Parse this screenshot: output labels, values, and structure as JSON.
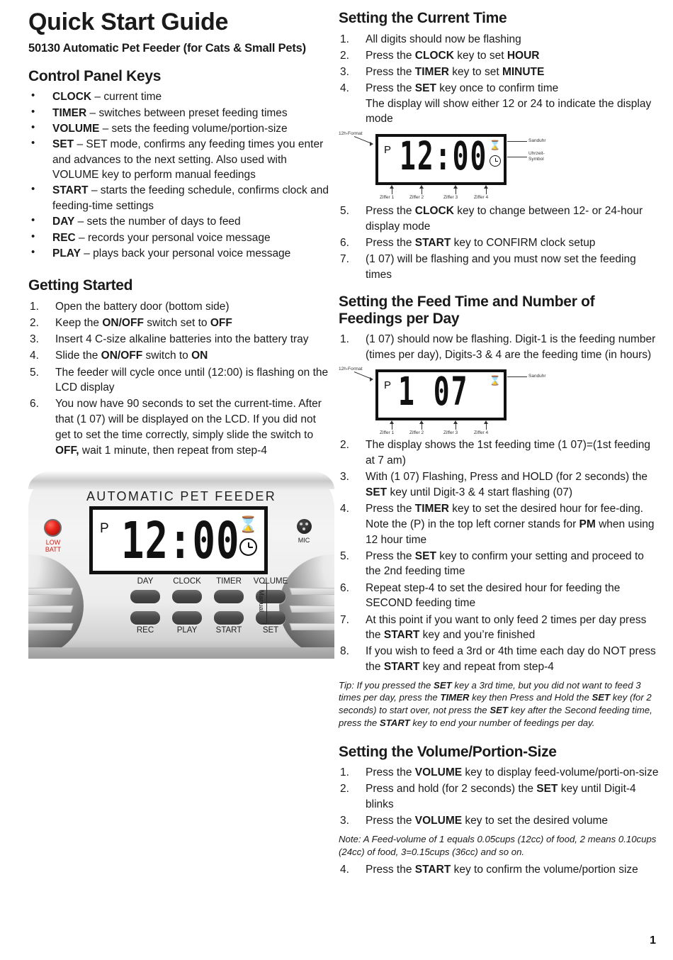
{
  "document": {
    "title": "Quick Start Guide",
    "subtitle": "50130 Automatic Pet Feeder (for Cats & Small Pets)",
    "page_number": "1"
  },
  "left_column": {
    "control_panel_keys": {
      "heading": "Control Panel Keys",
      "items": [
        {
          "key": "CLOCK",
          "desc": " – current time"
        },
        {
          "key": "TIMER",
          "desc": " – switches between preset feeding times"
        },
        {
          "key": "VOLUME",
          "desc": " – sets the feeding volume/portion-size"
        },
        {
          "key": "SET",
          "desc": " – SET mode, confirms any feeding times you enter and advances to the next setting. Also used with VOLUME key to perform manual feedings"
        },
        {
          "key": "START",
          "desc": " – starts the feeding schedule, confirms clock and feeding-time settings"
        },
        {
          "key": "DAY",
          "desc": " – sets the number of days to feed"
        },
        {
          "key": "REC",
          "desc": " – records your personal voice message"
        },
        {
          "key": "PLAY",
          "desc": " – plays back your personal voice message"
        }
      ]
    },
    "getting_started": {
      "heading": "Getting Started",
      "items": [
        {
          "parts": [
            {
              "t": "Open the battery door (bottom side)"
            }
          ]
        },
        {
          "parts": [
            {
              "t": "Keep the "
            },
            {
              "t": "ON/OFF",
              "b": true
            },
            {
              "t": " switch set to "
            },
            {
              "t": "OFF",
              "b": true
            }
          ]
        },
        {
          "parts": [
            {
              "t": "Insert 4 C-size alkaline batteries into the battery tray"
            }
          ]
        },
        {
          "parts": [
            {
              "t": "Slide the "
            },
            {
              "t": "ON/OFF",
              "b": true
            },
            {
              "t": " switch to "
            },
            {
              "t": "ON",
              "b": true
            }
          ]
        },
        {
          "parts": [
            {
              "t": "The feeder will cycle once until (12:00) is flashing on the LCD display"
            }
          ]
        },
        {
          "parts": [
            {
              "t": "You now have 90 seconds to set the current-time. After that (1 07) will be displayed on the LCD. If you did not get to set the time correctly, simply slide the switch to "
            },
            {
              "t": "OFF,",
              "b": true
            },
            {
              "t": " wait 1 minute, then repeat from step-4"
            }
          ]
        }
      ]
    }
  },
  "product_panel": {
    "brand_text": "AUTOMATIC  PET  FEEDER",
    "lcd": {
      "am_pm": "P",
      "time": "12:00",
      "hourglass_icon": "hourglass-icon",
      "clock_icon": "clock-icon"
    },
    "low_batt_label_line1": "LOW",
    "low_batt_label_line2": "BATT",
    "mic_label": "MIC",
    "manual_label": "Manual",
    "buttons_row1": [
      "DAY",
      "CLOCK",
      "TIMER",
      "VOLUME"
    ],
    "buttons_row2": [
      "REC",
      "PLAY",
      "START",
      "SET"
    ]
  },
  "right_column": {
    "setting_current_time": {
      "heading": "Setting the Current Time",
      "items_1_4": [
        {
          "parts": [
            {
              "t": "All digits should now be flashing"
            }
          ]
        },
        {
          "parts": [
            {
              "t": "Press the "
            },
            {
              "t": "CLOCK",
              "b": true
            },
            {
              "t": " key to set "
            },
            {
              "t": "HOUR",
              "b": true
            }
          ]
        },
        {
          "parts": [
            {
              "t": "Press the "
            },
            {
              "t": "TIMER",
              "b": true
            },
            {
              "t": " key to set "
            },
            {
              "t": "MINUTE",
              "b": true
            }
          ]
        },
        {
          "parts": [
            {
              "t": "Press the "
            },
            {
              "t": "SET",
              "b": true
            },
            {
              "t": " key once to confirm time"
            },
            {
              "br": true
            },
            {
              "t": "The display will show either 12 or 24 to indicate the display mode"
            }
          ]
        }
      ],
      "items_5_7": [
        {
          "parts": [
            {
              "t": "Press the "
            },
            {
              "t": "CLOCK",
              "b": true
            },
            {
              "t": " key to change between 12- or 24-hour display mode"
            }
          ]
        },
        {
          "parts": [
            {
              "t": "Press the "
            },
            {
              "t": "START",
              "b": true
            },
            {
              "t": " key to CONFIRM clock setup"
            }
          ]
        },
        {
          "parts": [
            {
              "t": "(1 07) will be flashing and you must now set the feeding times"
            }
          ]
        }
      ]
    },
    "figure_clock": {
      "label_format": "12h-Format",
      "am_pm": "P",
      "digits": "12:00",
      "label_hourglass": "Sanduhr",
      "label_clock_line1": "Uhrzeit-",
      "label_clock_line2": "Symbol",
      "digit_labels": [
        "Ziffer 1",
        "Ziffer 2",
        "Ziffer 3",
        "Ziffer 4"
      ]
    },
    "setting_feed_time": {
      "heading": "Setting the Feed Time and Number of Feedings per Day",
      "item_1": {
        "parts": [
          {
            "t": "(1 07) should now be flashing. Digit-1 is the feeding number (times per day), Digits-3 & 4 are the feeding time (in hours)"
          }
        ]
      },
      "items_2_8": [
        {
          "parts": [
            {
              "t": "The display shows the 1st feeding time (1 07)=(1st feeding at 7 am)"
            }
          ]
        },
        {
          "parts": [
            {
              "t": "With (1 07) Flashing, Press and HOLD (for 2 seconds) the "
            },
            {
              "t": "SET",
              "b": true
            },
            {
              "t": " key until Digit-3 & 4 start flashing (07)"
            }
          ]
        },
        {
          "parts": [
            {
              "t": "Press the "
            },
            {
              "t": "TIMER",
              "b": true
            },
            {
              "t": " key to set the desired hour for fee-ding. Note the (P) in the top left corner stands for "
            },
            {
              "t": "PM",
              "b": true
            },
            {
              "t": " when using 12 hour time"
            }
          ]
        },
        {
          "parts": [
            {
              "t": "Press the "
            },
            {
              "t": "SET",
              "b": true
            },
            {
              "t": " key to confirm your setting and proceed to the 2nd feeding time"
            }
          ]
        },
        {
          "parts": [
            {
              "t": "Repeat step-4 to set the desired hour for feeding the SECOND feeding time"
            }
          ]
        },
        {
          "parts": [
            {
              "t": "At this point if you want to only feed 2 times per day press the "
            },
            {
              "t": "START",
              "b": true
            },
            {
              "t": " key and you’re finished"
            }
          ]
        },
        {
          "parts": [
            {
              "t": "If you wish to feed a 3rd or 4th time each day do NOT press the "
            },
            {
              "t": "START",
              "b": true
            },
            {
              "t": " key and repeat from step-4"
            }
          ]
        }
      ],
      "tip": {
        "parts": [
          {
            "t": "Tip: If you pressed the "
          },
          {
            "t": "SET",
            "b": true
          },
          {
            "t": " key a 3rd time, but you did not want to feed 3 times per day,  press the "
          },
          {
            "t": "TIMER",
            "b": true
          },
          {
            "t": " key then Press and Hold the "
          },
          {
            "t": "SET",
            "b": true
          },
          {
            "t": " key (for 2 seconds) to start over,  not press the "
          },
          {
            "t": "SET",
            "b": true
          },
          {
            "t": " key after the Second feeding time, press the "
          },
          {
            "t": "START",
            "b": true
          },
          {
            "t": " key to end your number of feedings per day."
          }
        ]
      }
    },
    "figure_feed": {
      "label_format": "12h-Format",
      "am_pm": "P",
      "digits": "1 07",
      "label_hourglass": "Sanduhr",
      "digit_labels": [
        "Ziffer 1",
        "Ziffer 2",
        "Ziffer 3",
        "Ziffer 4"
      ]
    },
    "setting_volume": {
      "heading": "Setting the Volume/Portion-Size",
      "items_1_3": [
        {
          "parts": [
            {
              "t": "Press the "
            },
            {
              "t": "VOLUME",
              "b": true
            },
            {
              "t": " key to display feed-volume/porti-on-size"
            }
          ]
        },
        {
          "parts": [
            {
              "t": "Press and hold (for 2 seconds) the "
            },
            {
              "t": "SET",
              "b": true
            },
            {
              "t": " key until Digit-4 blinks"
            }
          ]
        },
        {
          "parts": [
            {
              "t": "Press the "
            },
            {
              "t": "VOLUME",
              "b": true
            },
            {
              "t": " key to set the desired volume"
            }
          ]
        }
      ],
      "note": {
        "parts": [
          {
            "t": "Note:  A Feed-volume of 1 equals 0.05cups (12cc) of food, 2 means 0.10cups (24cc) of food, 3=0.15cups (36cc) and so on."
          }
        ]
      },
      "item_4": {
        "parts": [
          {
            "t": "Press the "
          },
          {
            "t": "START",
            "b": true
          },
          {
            "t": " key to confirm the volume/portion size"
          }
        ]
      }
    }
  }
}
